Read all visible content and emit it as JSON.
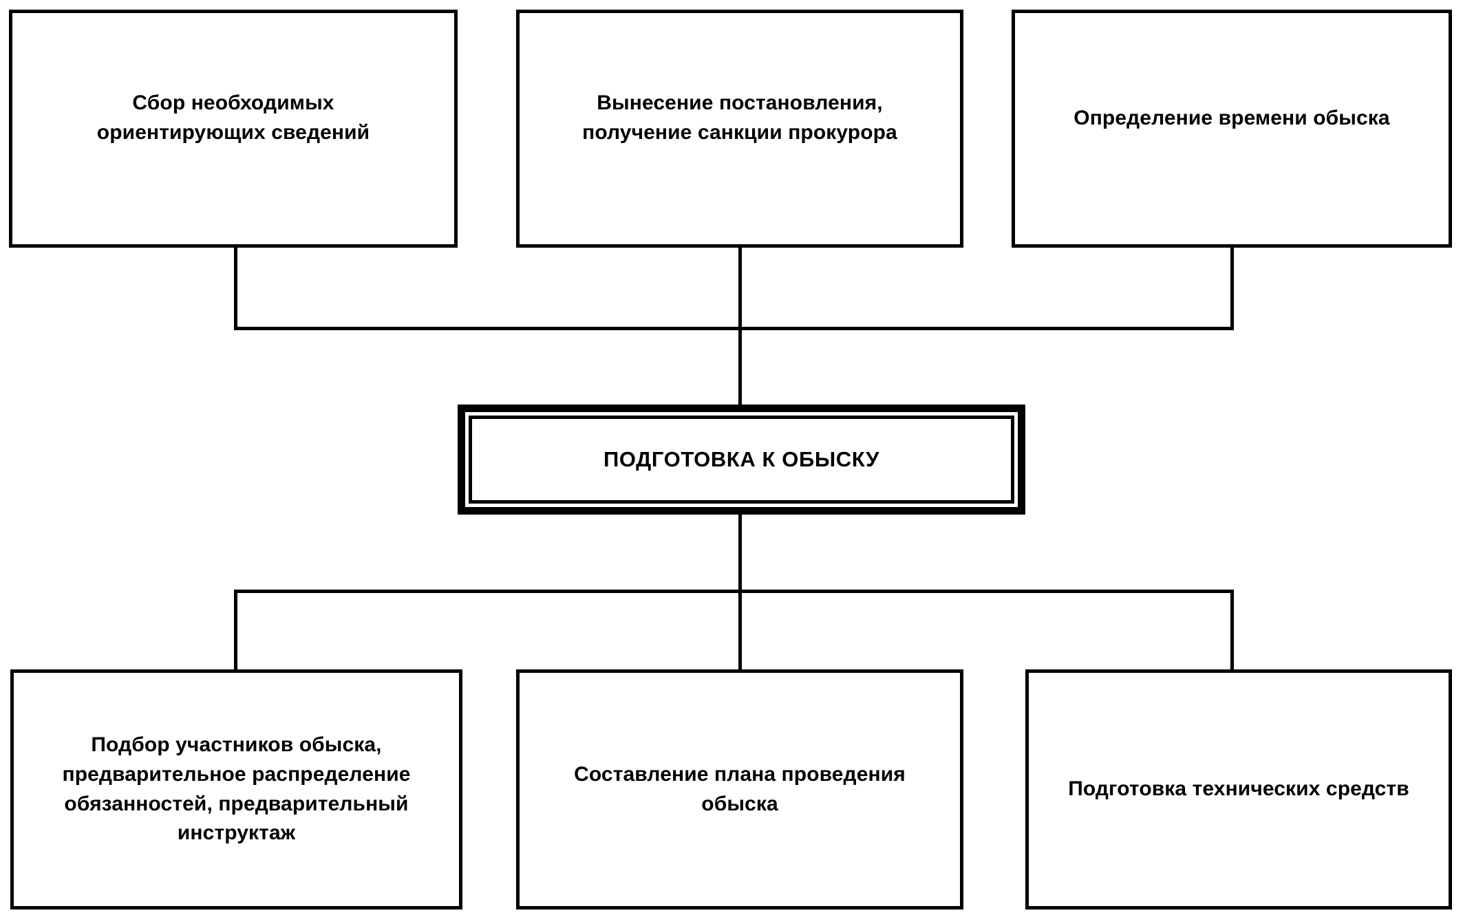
{
  "diagram": {
    "title": "ПОДГОТОВКА К ОБЫСКУ",
    "orientation": "top-down-hub",
    "colors": {
      "stroke": "#000000",
      "fill": "#ffffff",
      "text": "#000000"
    },
    "center_node": {
      "id": "podgotovka-k-obysku",
      "label": "ПОДГОТОВКА К ОБЫСКУ",
      "emphasis": "double-border"
    },
    "top_nodes": [
      {
        "id": "sbor-svedeniy",
        "label": "Сбор необходимых\nориентирующих сведений"
      },
      {
        "id": "postanovlenie",
        "label": "Вынесение постановления,\nполучение санкции прокурора"
      },
      {
        "id": "vremya-obyska",
        "label": "Определение времени обыска"
      }
    ],
    "bottom_nodes": [
      {
        "id": "podbor-uchastnikov",
        "label": "Подбор участников обыска,\nпредварительное распределение\nобязанностей, предварительный\nинструктаж"
      },
      {
        "id": "plan-obyska",
        "label": "Составление плана проведения обыска"
      },
      {
        "id": "tehnicheskie-sredstva",
        "label": "Подготовка технических средств"
      }
    ],
    "connectors": [
      {
        "id": "top-left-drop",
        "type": "vertical"
      },
      {
        "id": "top-right-drop",
        "type": "vertical"
      },
      {
        "id": "top-bus",
        "type": "horizontal"
      },
      {
        "id": "top-center-stem",
        "type": "vertical"
      },
      {
        "id": "bot-center-stem",
        "type": "vertical"
      },
      {
        "id": "bot-bus",
        "type": "horizontal"
      },
      {
        "id": "bot-left-drop",
        "type": "vertical"
      },
      {
        "id": "bot-right-drop",
        "type": "vertical"
      }
    ]
  }
}
